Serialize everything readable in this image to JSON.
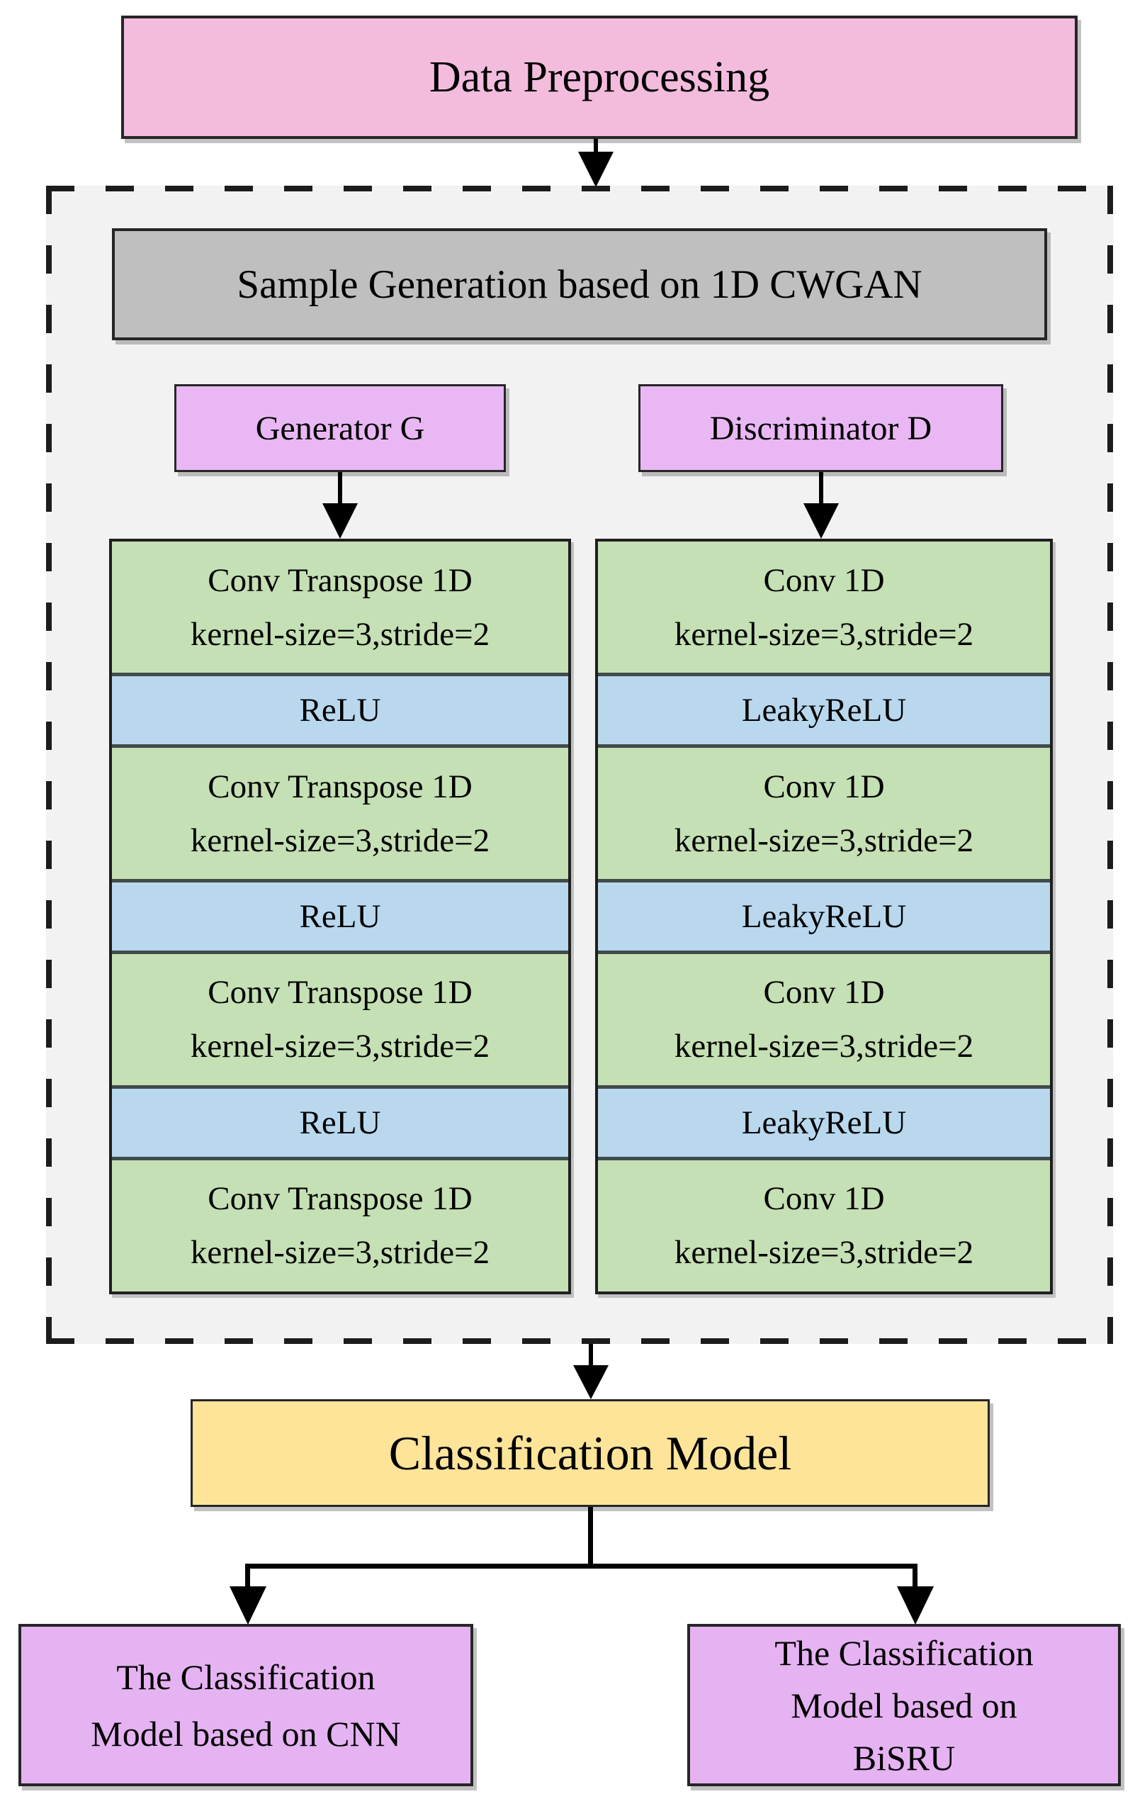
{
  "diagram": {
    "title_box": {
      "label": "Data Preprocessing"
    },
    "gan": {
      "title": "Sample Generation based on 1D CWGAN",
      "generator": {
        "header": "Generator G",
        "layers": [
          {
            "line1": "Conv Transpose 1D",
            "line2": "kernel-size=3,stride=2"
          },
          {
            "line1": "ReLU"
          },
          {
            "line1": "Conv Transpose 1D",
            "line2": "kernel-size=3,stride=2"
          },
          {
            "line1": "ReLU"
          },
          {
            "line1": "Conv Transpose 1D",
            "line2": "kernel-size=3,stride=2"
          },
          {
            "line1": "ReLU"
          },
          {
            "line1": "Conv Transpose 1D",
            "line2": "kernel-size=3,stride=2"
          }
        ]
      },
      "discriminator": {
        "header": "Discriminator D",
        "layers": [
          {
            "line1": "Conv 1D",
            "line2": "kernel-size=3,stride=2"
          },
          {
            "line1": "LeakyReLU"
          },
          {
            "line1": "Conv 1D",
            "line2": "kernel-size=3,stride=2"
          },
          {
            "line1": "LeakyReLU"
          },
          {
            "line1": "Conv 1D",
            "line2": "kernel-size=3,stride=2"
          },
          {
            "line1": "LeakyReLU"
          },
          {
            "line1": "Conv 1D",
            "line2": "kernel-size=3,stride=2"
          }
        ]
      }
    },
    "classification_box": {
      "label": "Classification Model"
    },
    "branch_left": {
      "lines": [
        "The Classification",
        "Model based on CNN"
      ]
    },
    "branch_right": {
      "lines": [
        "The Classification",
        "Model based on",
        "BiSRU"
      ]
    },
    "colors": {
      "pink": "#f3bcdd",
      "gray_box": "#bfbfbf",
      "lilac_header": "#e9b8f4",
      "layer_green": "#c5e0b4",
      "activation_blue": "#b9d8ee",
      "yellow": "#fde499",
      "branch_purple": "#e6b3f2",
      "panel_background": "#f2f2f2",
      "line_black": "#000000"
    }
  }
}
